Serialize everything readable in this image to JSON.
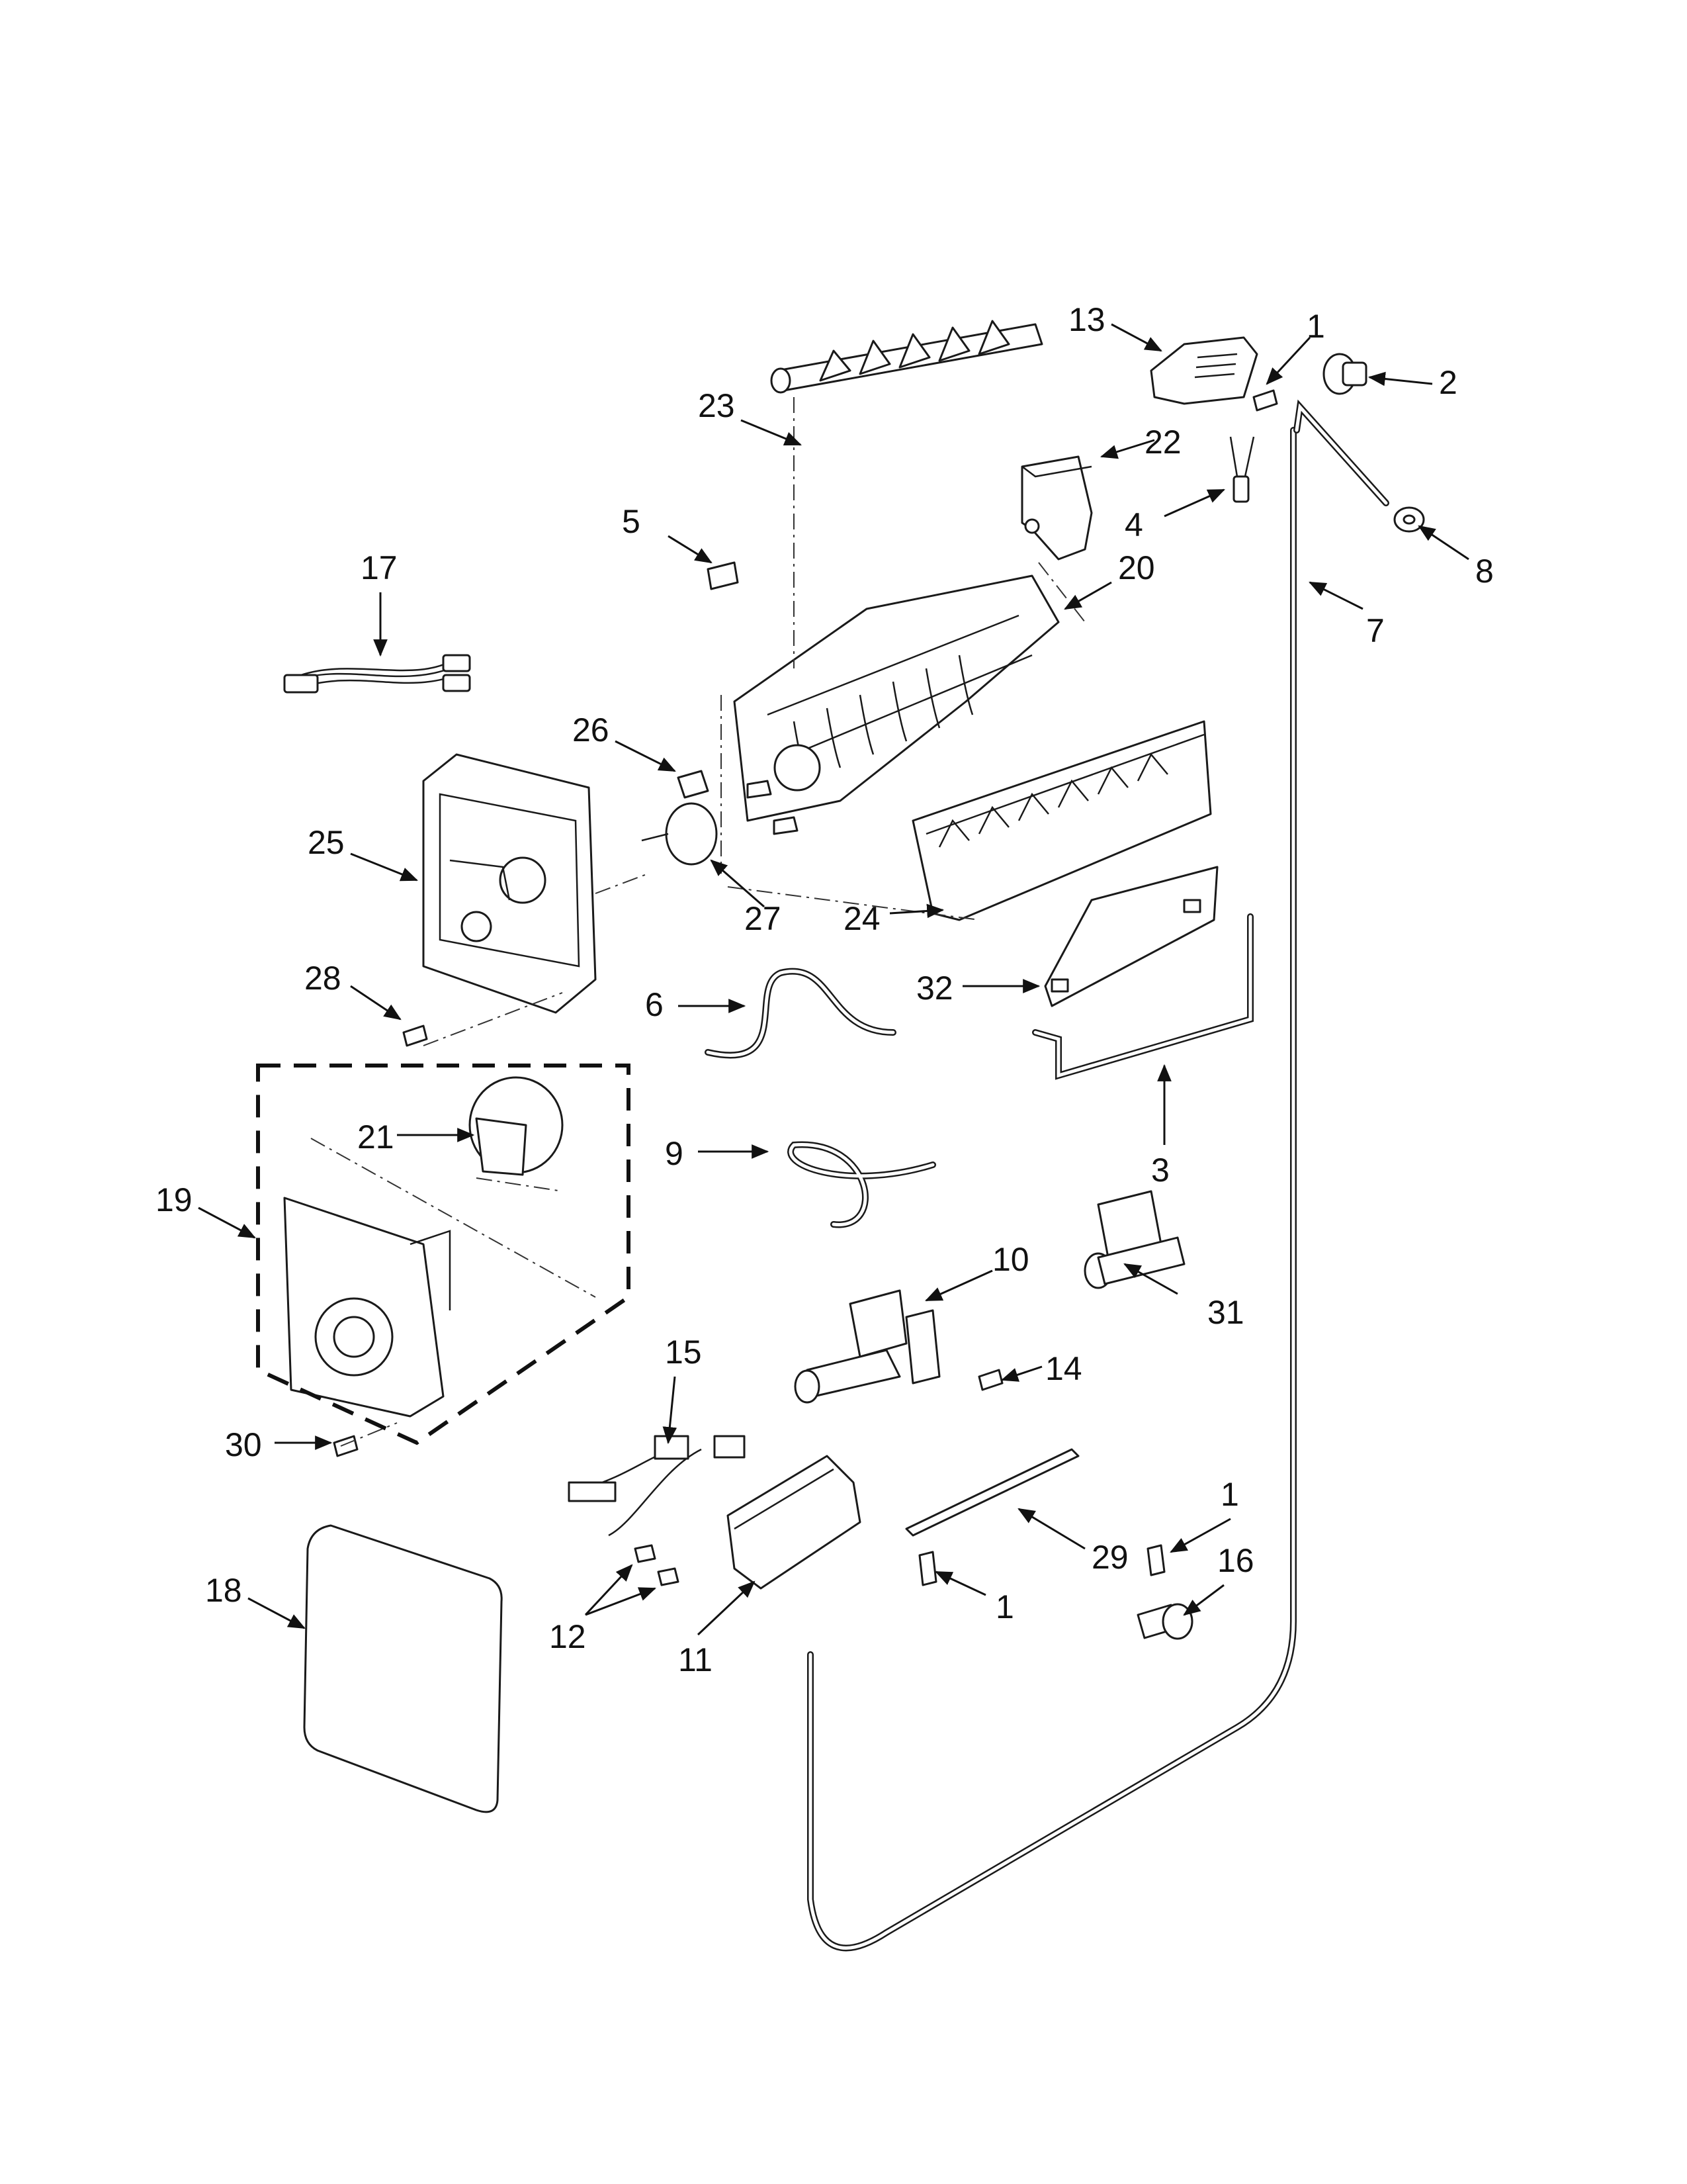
{
  "diagram": {
    "callouts": [
      "1",
      "2",
      "3",
      "4",
      "5",
      "6",
      "7",
      "8",
      "9",
      "10",
      "11",
      "12",
      "13",
      "14",
      "15",
      "16",
      "17",
      "18",
      "19",
      "20",
      "21",
      "22",
      "23",
      "24",
      "25",
      "26",
      "27",
      "28",
      "29",
      "30",
      "31",
      "32",
      "1",
      "1"
    ],
    "assembly_group_callout": "19"
  }
}
